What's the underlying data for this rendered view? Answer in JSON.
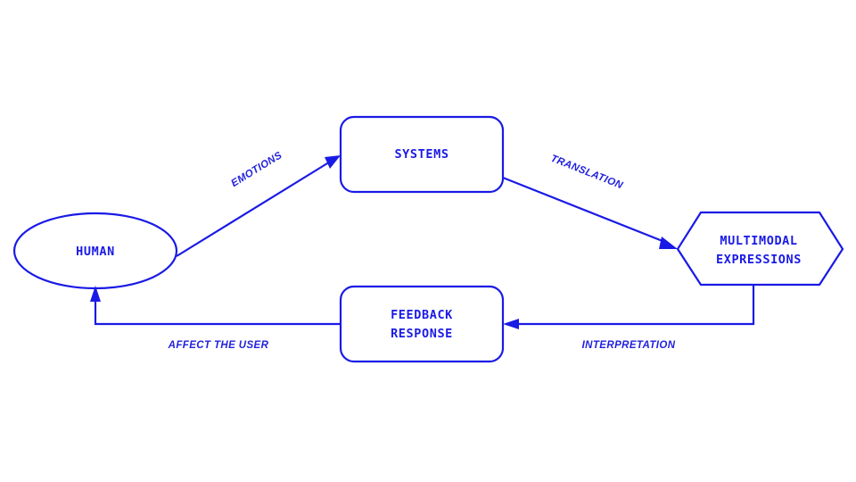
{
  "diagram": {
    "stroke_color": "#1a1ae6",
    "label_color": "#2222dd",
    "background": "#ffffff",
    "nodes": [
      {
        "id": "human",
        "shape": "ellipse",
        "label": "HUMAN",
        "lines": [
          "HUMAN"
        ]
      },
      {
        "id": "systems",
        "shape": "rounded-rectangle",
        "label": "SYSTEMS",
        "lines": [
          "SYSTEMS"
        ]
      },
      {
        "id": "multimodal-expressions",
        "shape": "hexagon",
        "label": "MULTIMODAL EXPRESSIONS",
        "lines": [
          "MULTIMODAL",
          "EXPRESSIONS"
        ]
      },
      {
        "id": "feedback-response",
        "shape": "rounded-rectangle",
        "label": "FEEDBACK RESPONSE",
        "lines": [
          "FEEDBACK",
          "RESPONSE"
        ]
      }
    ],
    "edges": [
      {
        "id": "human-to-systems",
        "from": "human",
        "to": "systems",
        "label": "EMOTIONS"
      },
      {
        "id": "systems-to-multimodal",
        "from": "systems",
        "to": "multimodal-expressions",
        "label": "TRANSLATION"
      },
      {
        "id": "multimodal-to-feedback",
        "from": "multimodal-expressions",
        "to": "feedback-response",
        "label": "INTERPRETATION"
      },
      {
        "id": "feedback-to-human",
        "from": "feedback-response",
        "to": "human",
        "label": "AFFECT THE USER"
      }
    ]
  }
}
